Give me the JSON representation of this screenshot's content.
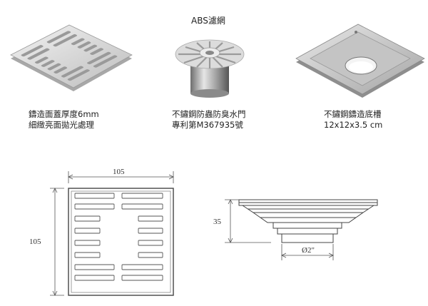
{
  "top_label": "ABS濾網",
  "products": [
    {
      "line1": "鑄造面蓋厚度6mm",
      "line2": "細緻亮面拋光處理"
    },
    {
      "line1": "不鏽鋼防蟲防臭水門",
      "line2": "專利第M367935號"
    },
    {
      "line1": "不鏽鋼鑄造底槽",
      "line2": "12x12x3.5 cm"
    }
  ],
  "dimensions": {
    "cover_width": "105",
    "cover_height": "105",
    "drain_height": "35",
    "pipe_diameter": "Ø2\""
  }
}
